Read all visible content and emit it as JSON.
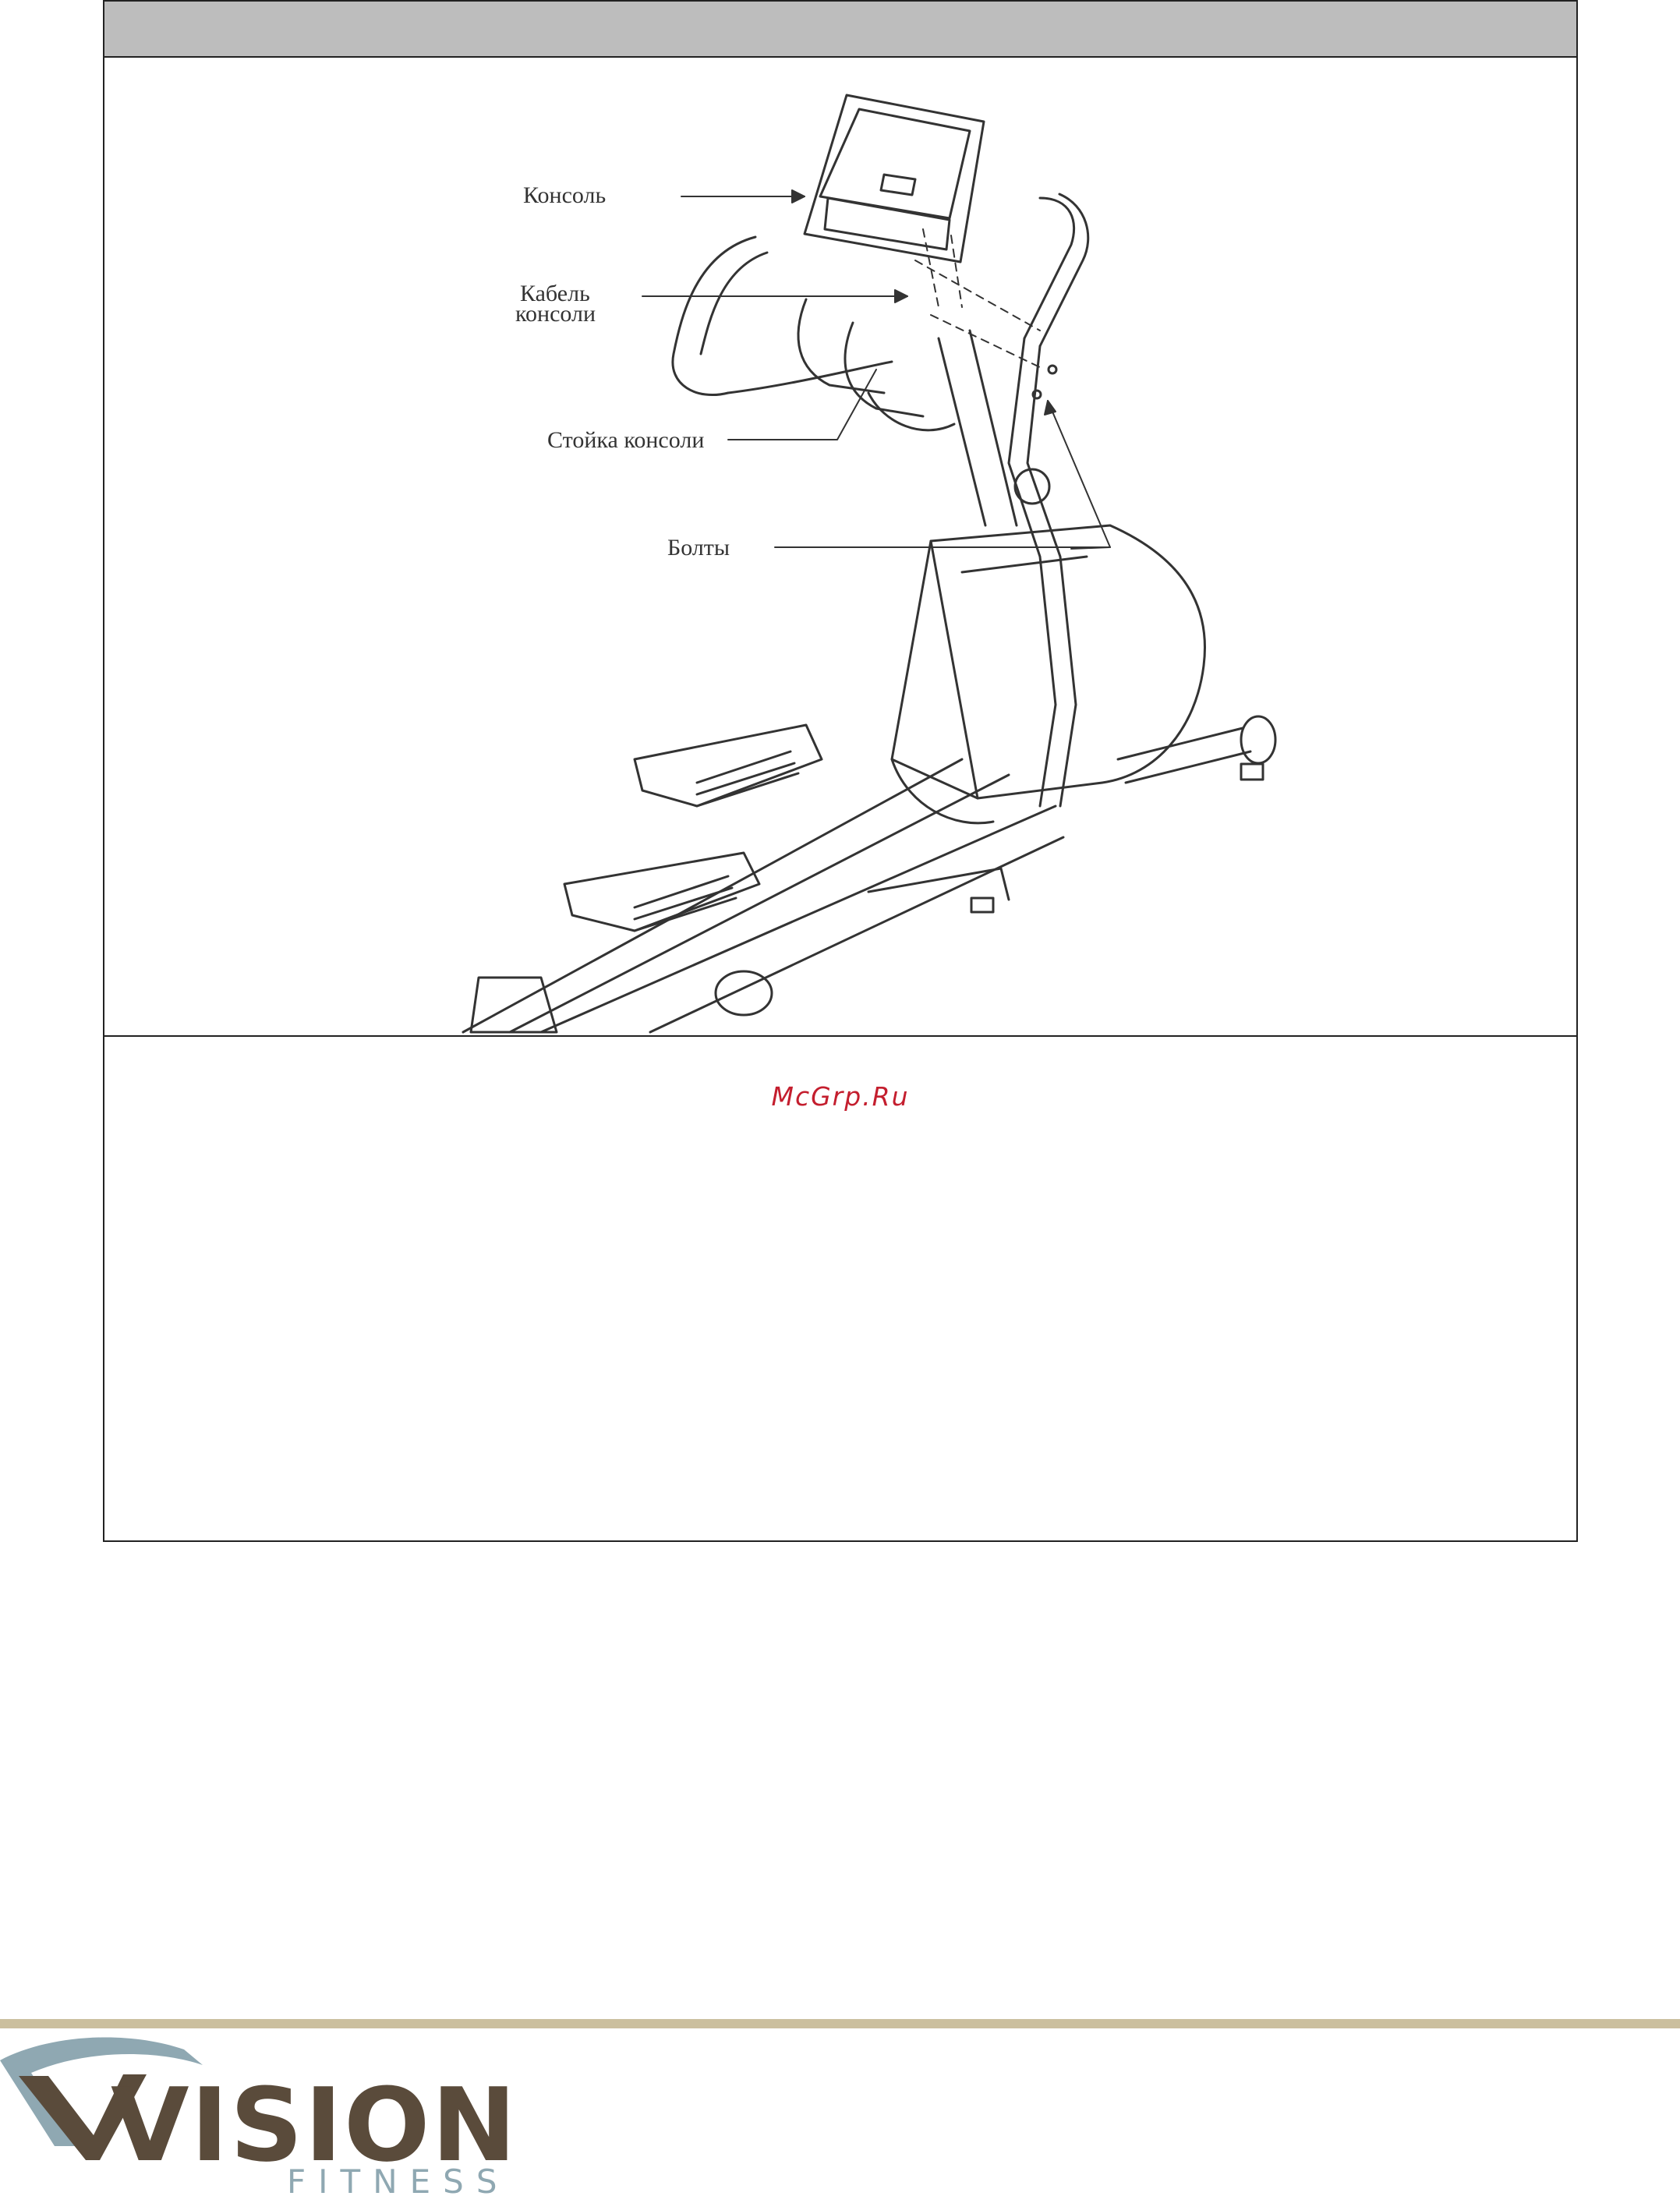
{
  "figure": {
    "labels": {
      "console": "Консоль",
      "console_cable_line1": "Кабель",
      "console_cable_line2": "консоли",
      "console_mast": "Стойка консоли",
      "bolts": "Болты"
    }
  },
  "watermark": "McGrp.Ru",
  "footer": {
    "brand_name": "VISION",
    "brand_sub": "FITNESS",
    "colors": {
      "rule": "#cbbf9e",
      "logo_brown": "#5a4b3b",
      "logo_teal": "#8fa8b2",
      "watermark_red": "#c41e2e"
    }
  }
}
